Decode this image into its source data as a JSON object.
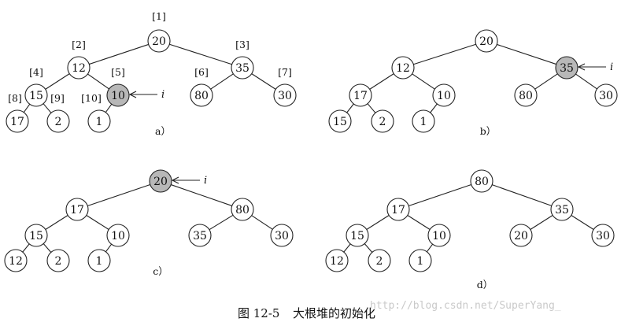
{
  "caption": {
    "number": "图 12-5",
    "title": "大根堆的初始化"
  },
  "watermark": "http://blog.csdn.net/SuperYang_",
  "pointer_label": "i",
  "panels": [
    {
      "label": "a）",
      "values": [
        "20",
        "12",
        "35",
        "15",
        "10",
        "80",
        "30",
        "17",
        "2",
        "1"
      ],
      "indices": [
        "[1]",
        "[2]",
        "[3]",
        "[4]",
        "[5]",
        "[6]",
        "[7]",
        "[8]",
        "[9]",
        "[10]"
      ],
      "highlight": 5
    },
    {
      "label": "b）",
      "values": [
        "20",
        "12",
        "35",
        "17",
        "10",
        "80",
        "30",
        "15",
        "2",
        "1"
      ],
      "highlight": 3
    },
    {
      "label": "c）",
      "values": [
        "20",
        "17",
        "80",
        "15",
        "10",
        "35",
        "30",
        "12",
        "2",
        "1"
      ],
      "highlight": 1
    },
    {
      "label": "d）",
      "values": [
        "80",
        "17",
        "35",
        "15",
        "10",
        "20",
        "30",
        "12",
        "2",
        "1"
      ],
      "highlight": null
    }
  ]
}
